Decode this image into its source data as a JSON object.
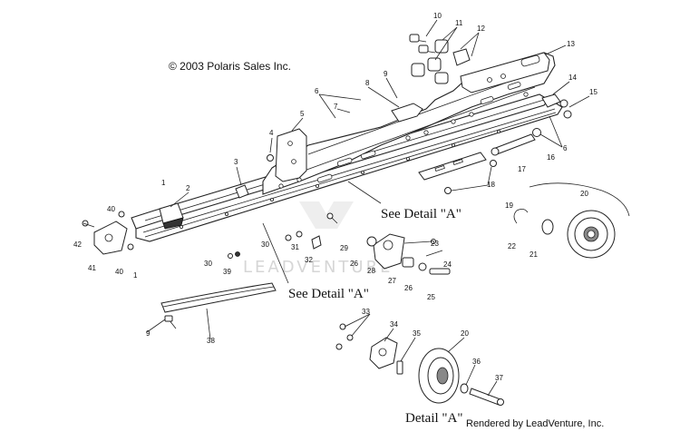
{
  "copyright": "© 2003 Polaris Sales Inc.",
  "detail_refs": {
    "upper": "See Detail \"A\"",
    "lower": "See Detail \"A\"",
    "detail_title": "Detail \"A\""
  },
  "rendered_by": "Rendered by LeadVenture, Inc.",
  "watermark": "LEADVENTURE",
  "callouts": [
    "1",
    "2",
    "3",
    "4",
    "5",
    "6",
    "7",
    "8",
    "9",
    "10",
    "11",
    "12",
    "13",
    "14",
    "15",
    "16",
    "17",
    "18",
    "19",
    "20",
    "21",
    "22",
    "23",
    "24",
    "25",
    "26",
    "27",
    "28",
    "29",
    "30",
    "31",
    "32",
    "33",
    "34",
    "35",
    "36",
    "37",
    "38",
    "39",
    "40",
    "41",
    "42"
  ]
}
